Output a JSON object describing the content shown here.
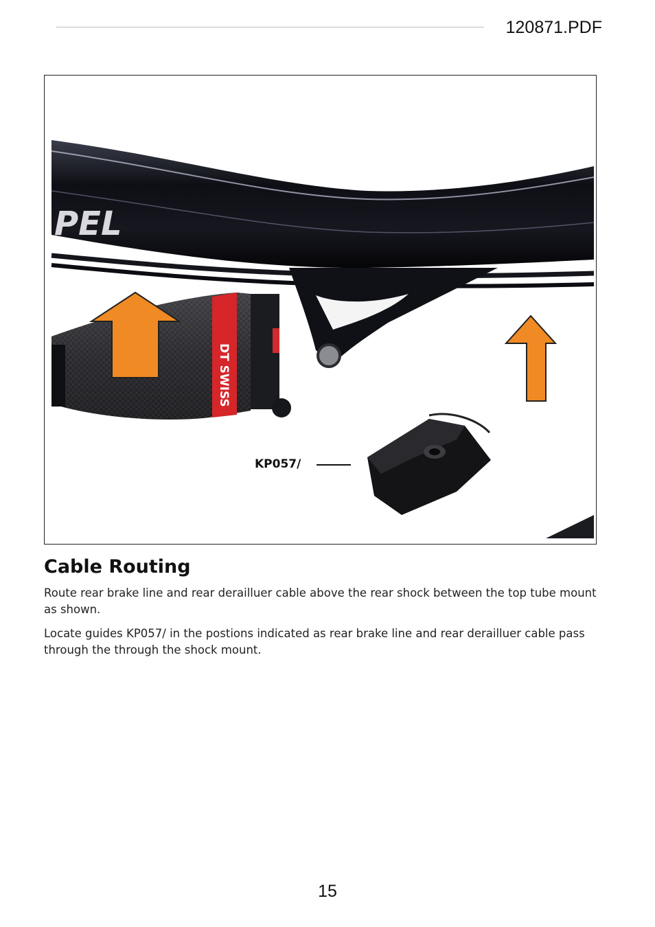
{
  "header": {
    "doc_id": "120871.PDF"
  },
  "figure": {
    "frame_brand_fragment": "PEL",
    "shock_brand": "DT SWISS",
    "callout_label": "KP057/",
    "arrow_color": "#F08A24"
  },
  "section": {
    "title": "Cable Routing",
    "paragraphs": [
      "Route rear brake line and rear derailluer cable above the rear shock between the top tube mount as shown.",
      "Locate guides KP057/ in the postions indicated as rear brake line and rear derailluer cable pass through the through the shock mount."
    ]
  },
  "footer": {
    "page_number": "15"
  }
}
